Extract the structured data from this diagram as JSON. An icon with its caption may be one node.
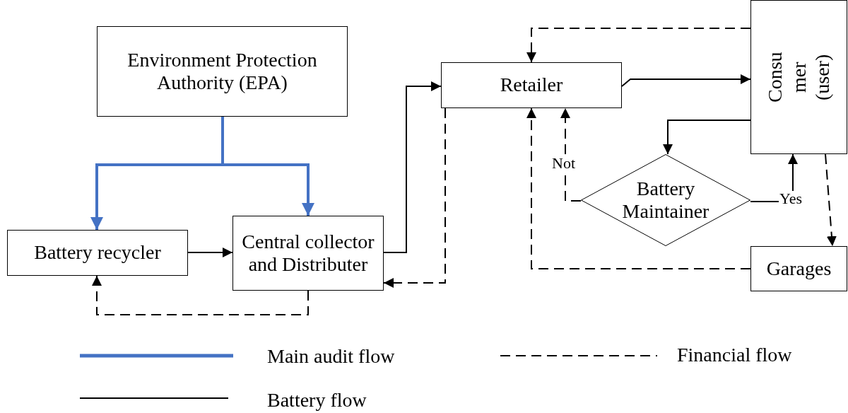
{
  "diagram": {
    "nodes": [
      {
        "text": [
          "Environment Protection Authority (EPA)"
        ]
      },
      {
        "text": [
          "Battery recycler"
        ]
      },
      {
        "text": [
          "Central collector and Distributer"
        ]
      },
      {
        "text": [
          "Retailer"
        ]
      },
      {
        "text": [
          "Consu mer (user)"
        ]
      },
      {
        "text": [
          "Battery Maintainer"
        ]
      },
      {
        "text": [
          "Garages"
        ]
      }
    ],
    "edges": [
      {
        "from": 0,
        "to": 1,
        "arrow": "to",
        "style": "thick",
        "color": "#4472c4"
      },
      {
        "from": 0,
        "to": 2,
        "arrow": "to",
        "style": "thick",
        "color": "#4472c4"
      },
      {
        "from": 1,
        "to": 2,
        "arrow": "to"
      },
      {
        "from": 2,
        "to": 3,
        "arrow": "to"
      },
      {
        "from": 3,
        "to": 4,
        "arrow": "to"
      },
      {
        "from": 4,
        "to": 3,
        "arrow": "to",
        "style": "dashed"
      },
      {
        "from": 4,
        "to": 5,
        "arrow": "to"
      },
      {
        "from": 5,
        "to": 4,
        "arrow": "to",
        "label": "Yes"
      },
      {
        "from": 5,
        "to": 3,
        "arrow": "to",
        "label": "Not",
        "style": "dashed"
      },
      {
        "from": 4,
        "to": 6,
        "arrow": "to",
        "style": "dashed"
      },
      {
        "from": 6,
        "to": 3,
        "arrow": "to",
        "style": "dashed"
      },
      {
        "from": 3,
        "to": 2,
        "arrow": "to",
        "style": "dashed"
      },
      {
        "from": 2,
        "to": 1,
        "arrow": "to",
        "style": "dashed"
      }
    ],
    "legend": [
      {
        "text": "Main audit flow"
      },
      {
        "text": "Financial flow"
      },
      {
        "text": "Battery flow"
      }
    ]
  }
}
